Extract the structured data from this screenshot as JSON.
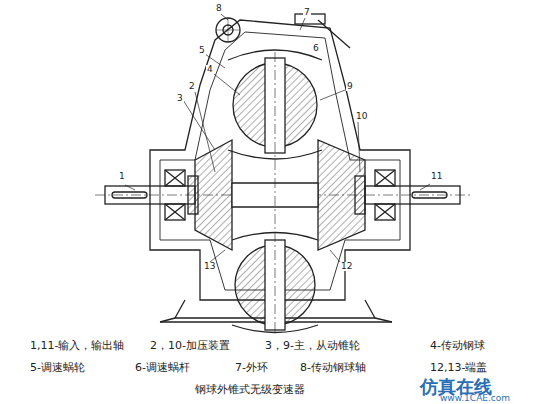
{
  "diagram": {
    "caption": "钢球外锥式无级变速器",
    "labels": [
      "1",
      "2",
      "3",
      "4",
      "5",
      "6",
      "7",
      "8",
      "9",
      "10",
      "11",
      "12",
      "13",
      "1,11-输入，输出轴",
      "2，10-加压装置",
      "3，9-主，从动锥轮",
      "4-传动钢球",
      "5-调速蜗轮",
      "6-调速蜗杆",
      "7-外环",
      "8-传动钢球轴",
      "12,13-端盖",
      "仿真在线",
      "www.1CAE.com"
    ]
  }
}
